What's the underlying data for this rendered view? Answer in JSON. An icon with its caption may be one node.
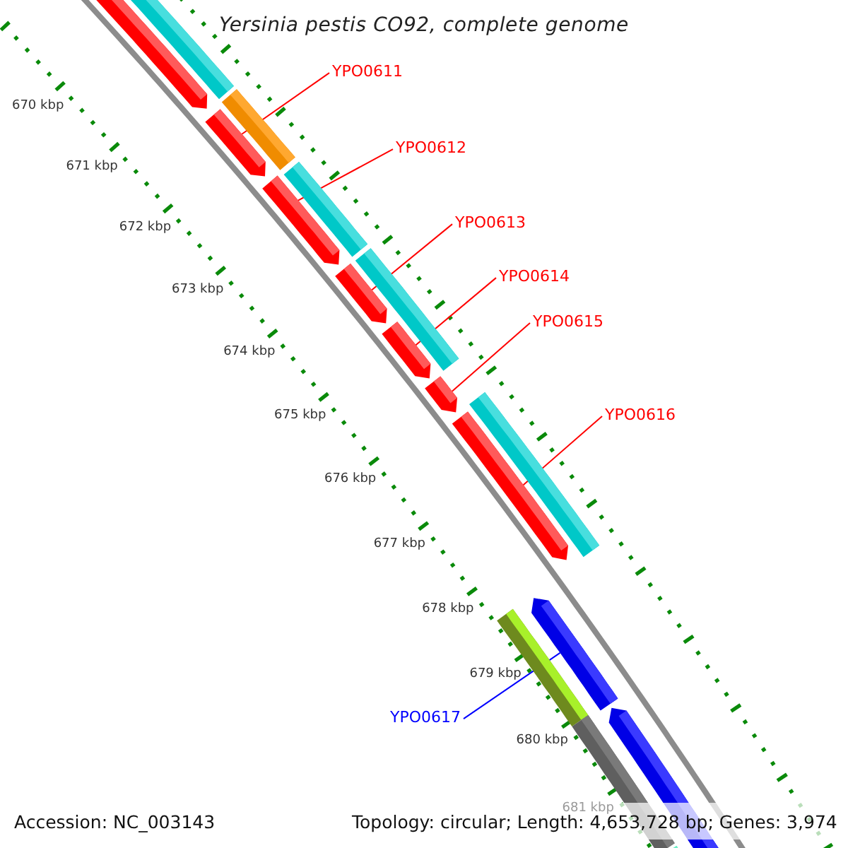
{
  "diagram": {
    "title": "Yersinia pestis CO92, complete genome",
    "nodes": [
      {
        "text": [
          "YPO0611"
        ]
      },
      {
        "text": [
          "YPO0612"
        ]
      },
      {
        "text": [
          "YPO0613"
        ]
      },
      {
        "text": [
          "YPO0614"
        ]
      },
      {
        "text": [
          "YPO0615"
        ]
      },
      {
        "text": [
          "YPO0616"
        ]
      },
      {
        "text": [
          "YPO0617"
        ]
      },
      {
        "text": [],
        "shape": "arrow"
      },
      {
        "text": [],
        "shape": "arrow"
      },
      {
        "text": [],
        "shape": "arrow"
      },
      {
        "text": [],
        "shape": "arrow"
      },
      {
        "text": [],
        "shape": "arrow"
      },
      {
        "text": [],
        "shape": "arrow"
      },
      {
        "text": [],
        "shape": "arrow"
      }
    ],
    "edges": [
      {
        "from": 0,
        "to": 7,
        "arrow": "none"
      },
      {
        "from": 1,
        "to": 8,
        "arrow": "none"
      },
      {
        "from": 2,
        "to": 9,
        "arrow": "none"
      },
      {
        "from": 3,
        "to": 10,
        "arrow": "none"
      },
      {
        "from": 4,
        "to": 11,
        "arrow": "none"
      },
      {
        "from": 5,
        "to": 12,
        "arrow": "none"
      },
      {
        "from": 6,
        "to": 13,
        "arrow": "none",
        "color": "#0000ff"
      }
    ],
    "labels": [
      "670 kbp",
      "671 kbp",
      "672 kbp",
      "673 kbp",
      "674 kbp",
      "675 kbp",
      "676 kbp",
      "677 kbp",
      "678 kbp",
      "679 kbp",
      "680 kbp",
      "681 kbp",
      "Accession: NC_003143",
      "Topology: circular; Length: 4,653,728 bp; Genes: 3,974"
    ]
  }
}
